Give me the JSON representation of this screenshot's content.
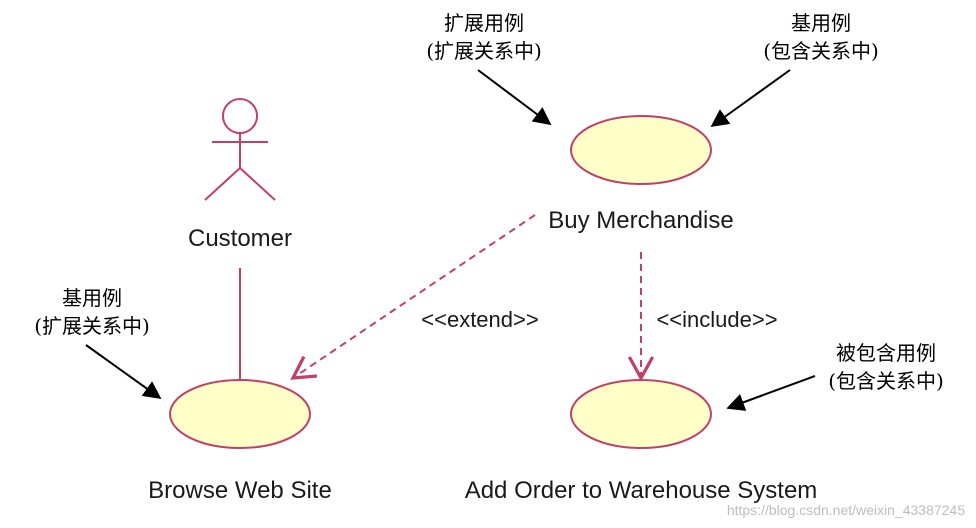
{
  "actor": {
    "name": "Customer"
  },
  "use_cases": {
    "buy": "Buy Merchandise",
    "browse": "Browse Web Site",
    "add_order": "Add Order to Warehouse System"
  },
  "relations": {
    "extend": "<<extend>>",
    "include": "<<include>>"
  },
  "annotations": {
    "extension_top": {
      "line1": "扩展用例",
      "line2": "(扩展关系中)"
    },
    "base_top": {
      "line1": "基用例",
      "line2": "(包含关系中)"
    },
    "base_left": {
      "line1": "基用例",
      "line2": "(扩展关系中)"
    },
    "included_right": {
      "line1": "被包含用例",
      "line2": "(包含关系中)"
    }
  },
  "watermark": "https://blog.csdn.net/weixin_43387245",
  "colors": {
    "stroke": "#c0406a",
    "fill": "#ffffc8",
    "arrow": "#000000"
  }
}
